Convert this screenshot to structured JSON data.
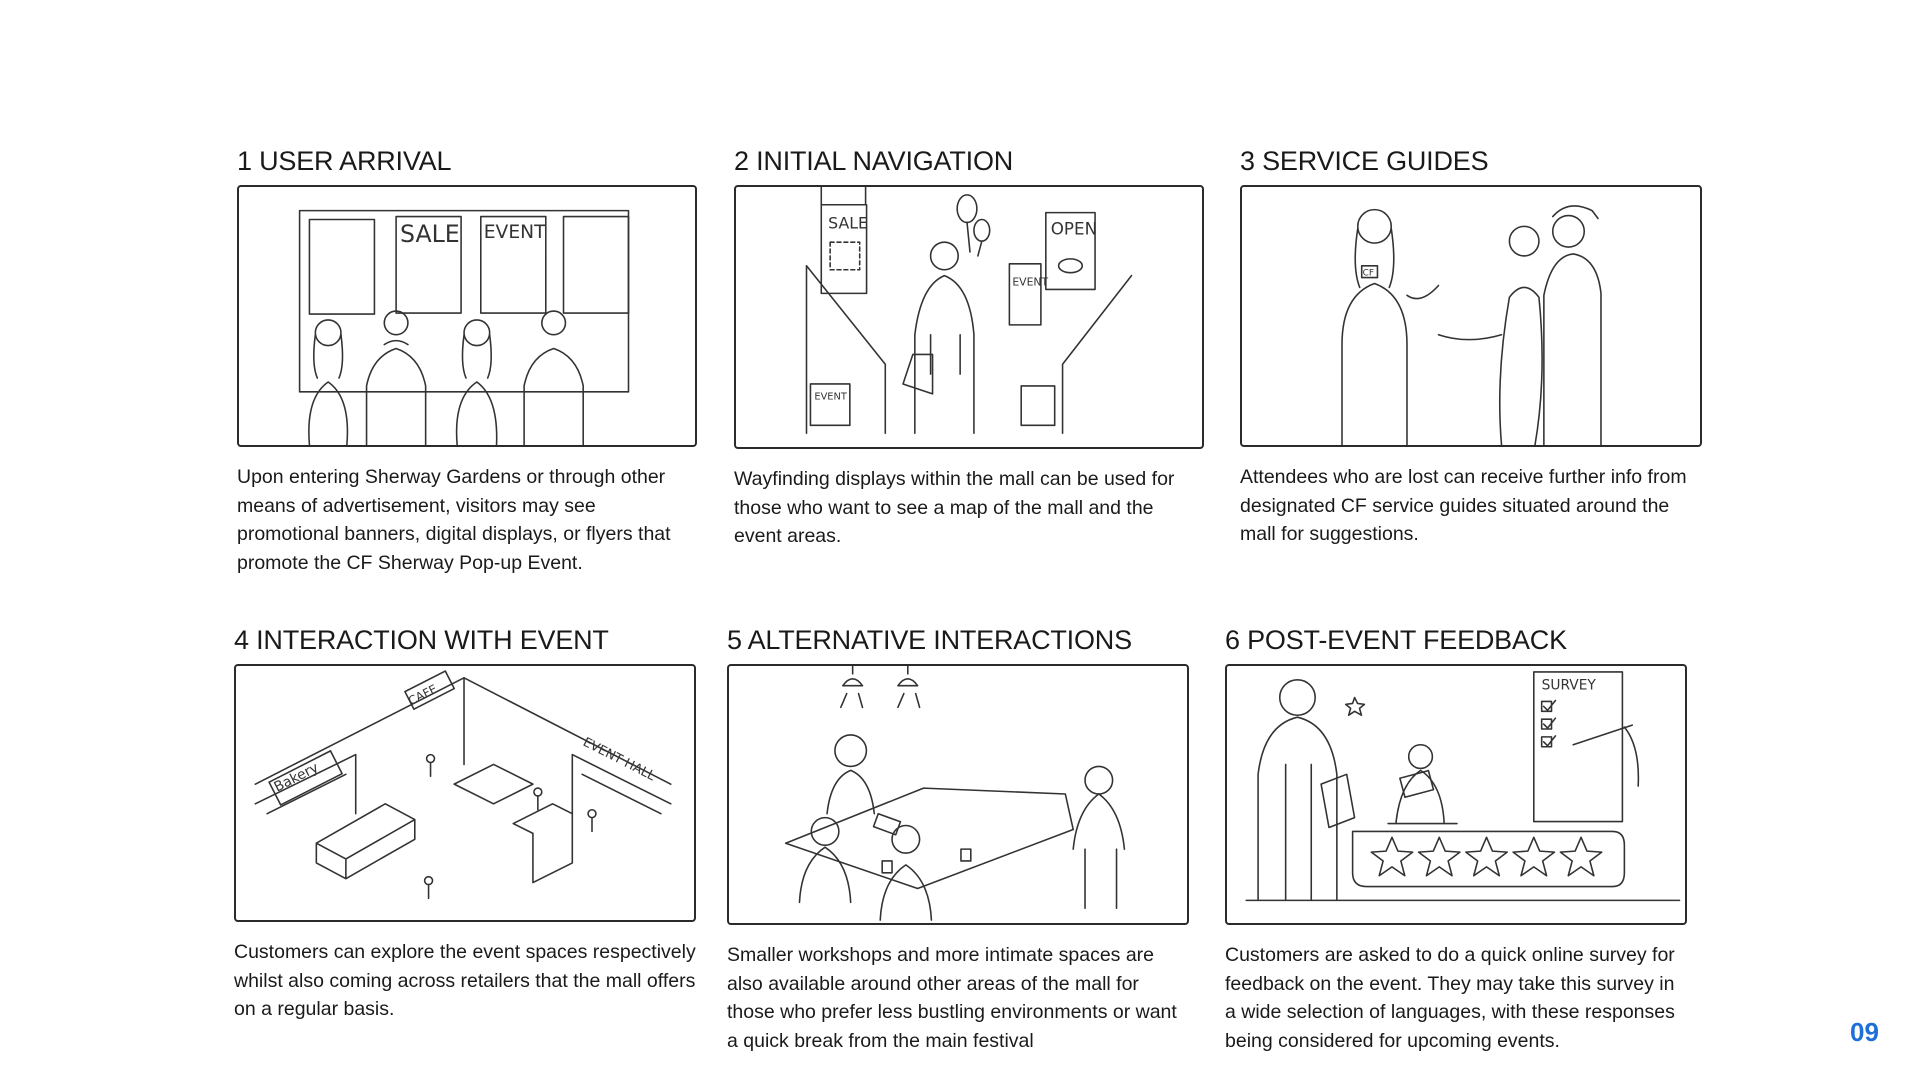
{
  "panels": [
    {
      "title": "1 USER ARRIVAL",
      "description": "Upon entering Sherway Gardens or through other means of advertisement, visitors may see promotional banners, digital displays, or flyers that promote the CF Sherway Pop-up Event.",
      "sign_labels": [
        "SALE",
        "EVENT"
      ]
    },
    {
      "title": "2 INITIAL NAVIGATION",
      "description": "Wayfinding displays within the mall can be used for those who want to see a map of the mall and the event areas.",
      "sign_labels": [
        "SALE",
        "OPEN",
        "EVENT",
        "EVENT"
      ]
    },
    {
      "title": "3 SERVICE GUIDES",
      "description": "Attendees who are lost can receive further info from designated CF service guides situated around the mall for suggestions.",
      "badge_label": "CF"
    },
    {
      "title": "4 INTERACTION WITH EVENT",
      "description": "Customers can explore the event spaces respectively whilst also coming across retailers that the mall offers on a regular basis.",
      "sign_labels": [
        "Bakery",
        "CAFE",
        "EVENT HALL"
      ]
    },
    {
      "title": "5 ALTERNATIVE INTERACTIONS",
      "description": "Smaller workshops and more intimate spaces are also available around other areas of the mall for those who prefer less bustling environments or want a quick break from the main festival"
    },
    {
      "title": "6 POST-EVENT FEEDBACK",
      "description": "Customers are asked to do a quick online survey for feedback on the event. They may take this survey in a wide selection of languages, with these responses being considered for upcoming events.",
      "sign_labels": [
        "SURVEY"
      ]
    }
  ],
  "page_number": "09"
}
